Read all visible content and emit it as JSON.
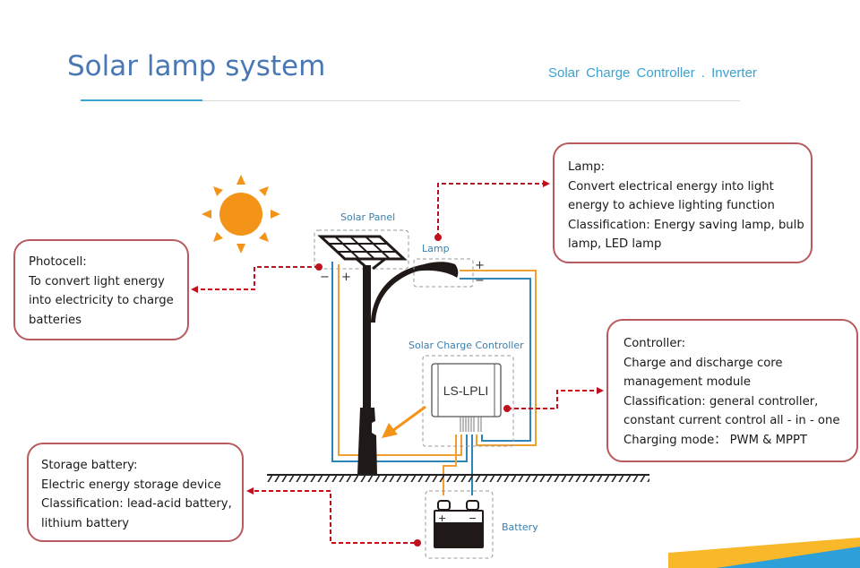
{
  "header": {
    "title": "Solar lamp system",
    "subtitle": "Solar  Charge  Controller . Inverter"
  },
  "colors": {
    "title": "#4a78b4",
    "subtitle": "#3aa3d2",
    "box_border": "#b85a5e",
    "pointer": "#c0101e",
    "wire_positive": "#f0a030",
    "wire_negative": "#2e86b8",
    "sun": "#f39418",
    "component_label": "#3a7fae"
  },
  "components": {
    "solar_panel": {
      "label": "Solar Panel",
      "minus": "−",
      "plus": "+"
    },
    "lamp": {
      "label": "Lamp",
      "plus": "+",
      "minus": "−"
    },
    "controller": {
      "label": "Solar Charge Controller",
      "model": "LS-LPLI"
    },
    "battery": {
      "label": "Battery",
      "plus": "+",
      "minus": "−"
    }
  },
  "callouts": {
    "lamp": {
      "lines": [
        "Lamp:",
        "Convert electrical energy into light",
        "energy to achieve lighting function",
        "Classification: Energy saving lamp, bulb",
        "lamp, LED lamp"
      ]
    },
    "photocell": {
      "lines": [
        "Photocell:",
        "To convert light energy",
        "into electricity to charge",
        "batteries"
      ]
    },
    "controller": {
      "lines": [
        "Controller:",
        "Charge and discharge core",
        "management module",
        "Classification: general controller,",
        "constant current control all - in - one",
        "Charging mode：  PWM & MPPT"
      ]
    },
    "battery": {
      "lines": [
        "Storage battery:",
        "Electric energy storage device",
        "Classification: lead-acid battery,",
        "lithium battery"
      ]
    }
  }
}
